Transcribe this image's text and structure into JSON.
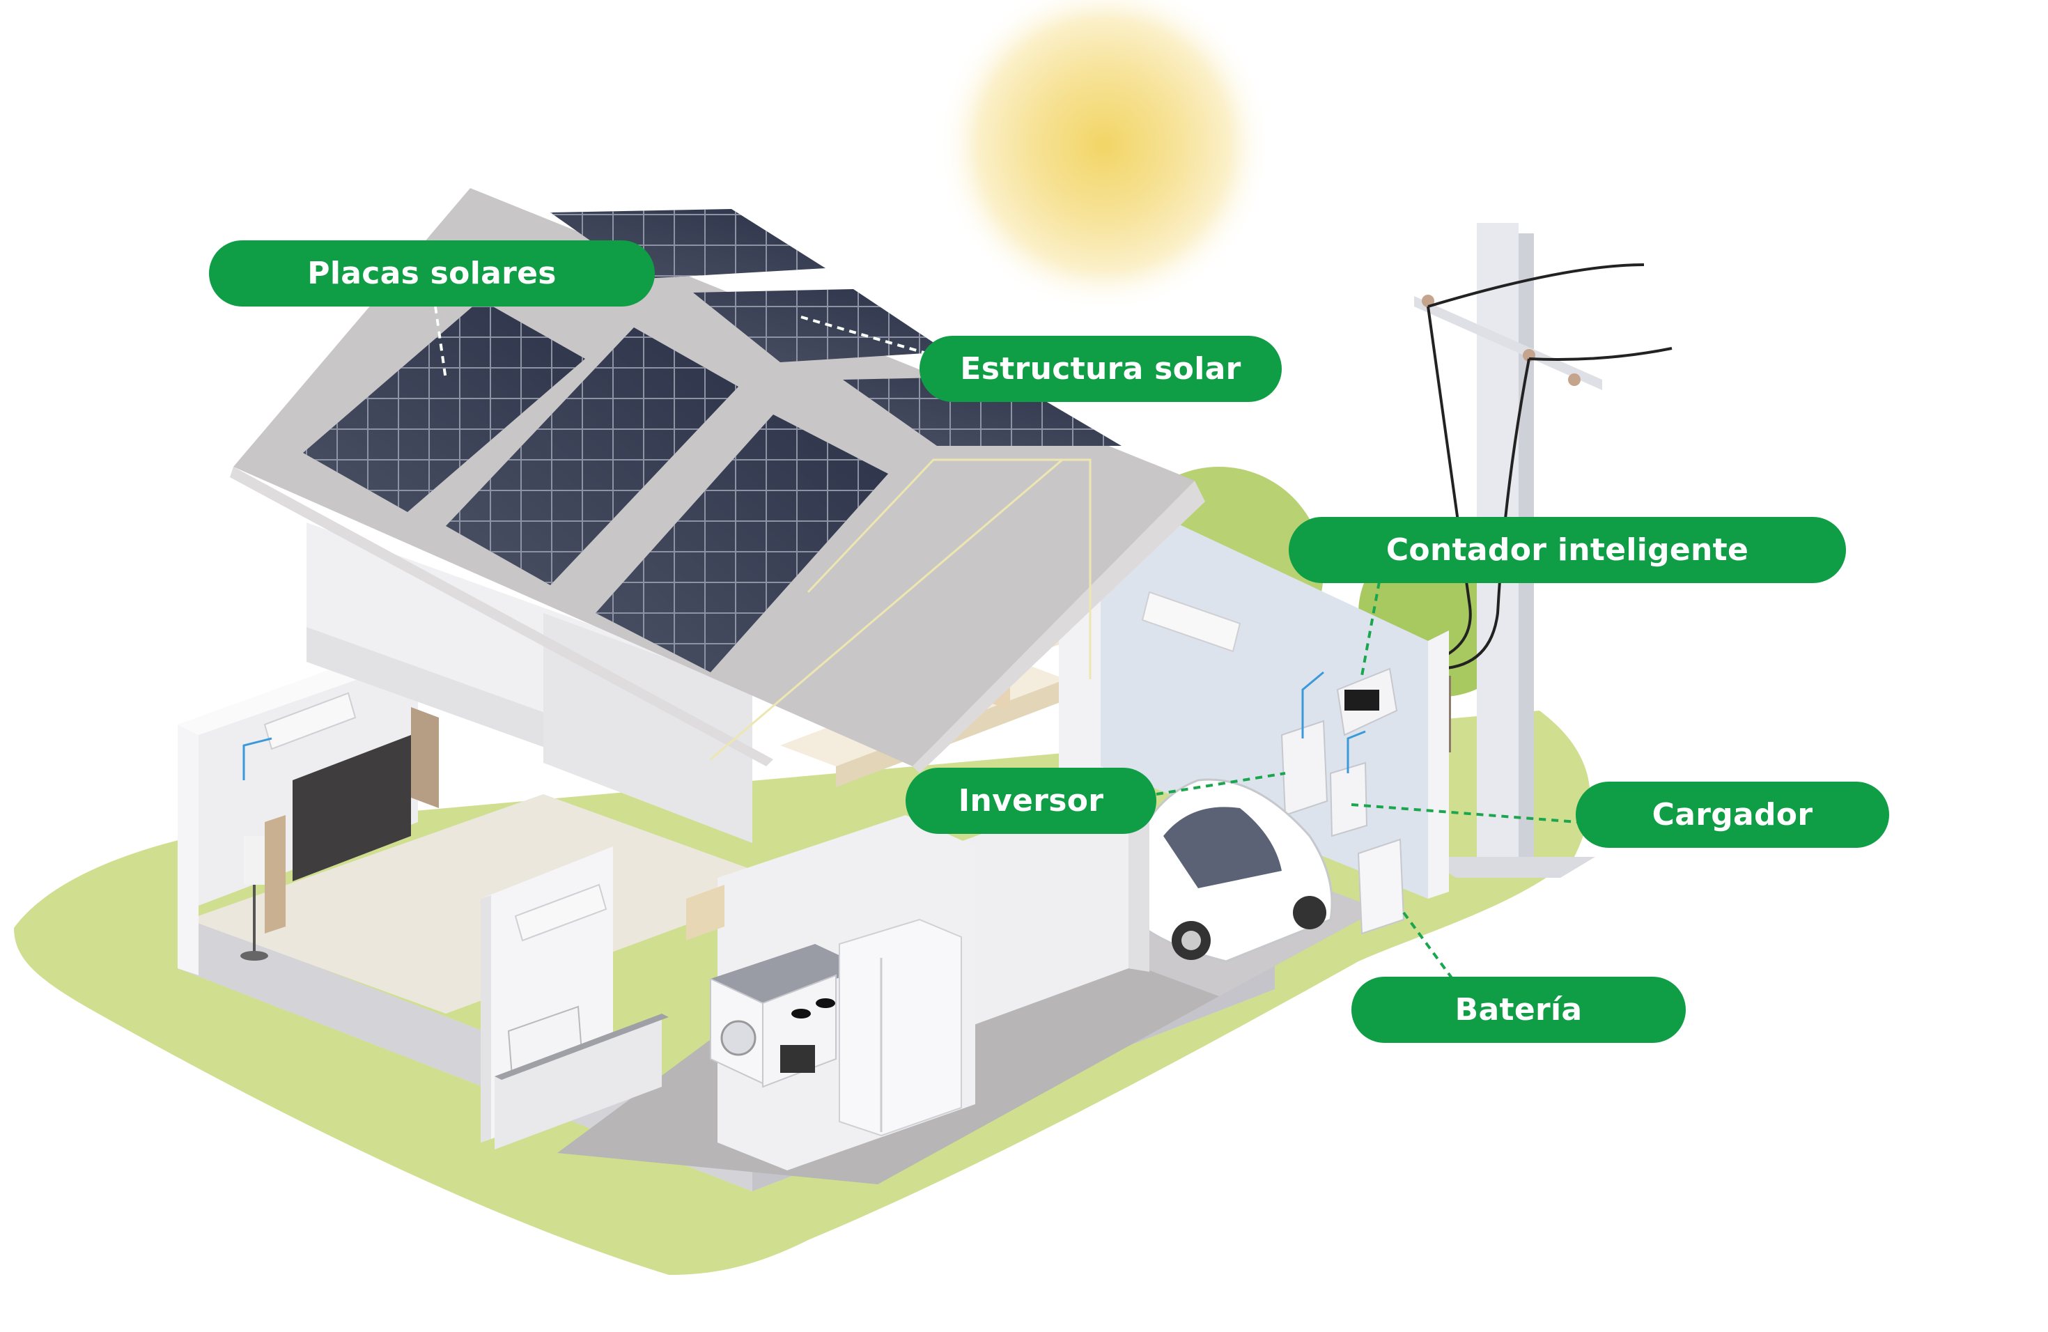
{
  "labels": {
    "placas_solares": "Placas solares",
    "estructura_solar": "Estructura solar",
    "contador_inteligente": "Contador inteligente",
    "inversor": "Inversor",
    "cargador": "Cargador",
    "bateria": "Batería"
  },
  "colors": {
    "label_bg": "#0f9d46",
    "label_text": "#ffffff",
    "leader_line": "#1aa64e",
    "panel": "#343a4c",
    "roof": "#c9c6c8",
    "grass": "#cfdf8f",
    "sun": "#f3dc7a"
  }
}
